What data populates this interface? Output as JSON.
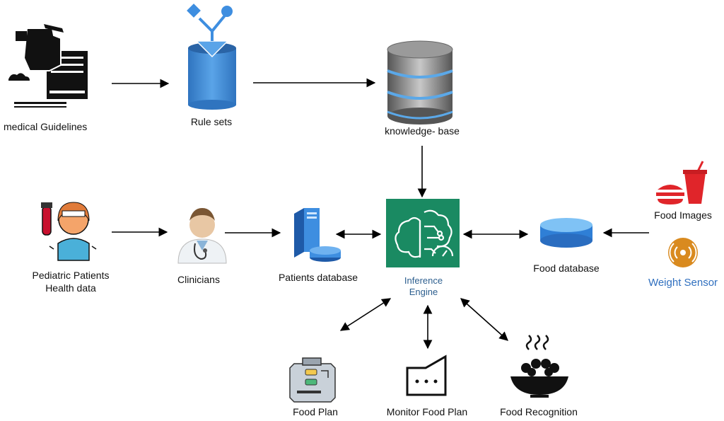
{
  "nodes": {
    "medical_guidelines": "medical Guidelines",
    "rule_sets": "Rule sets",
    "knowledge_base": "knowledge- base",
    "pediatric_line1": "Pediatric Patients",
    "pediatric_line2": "Health data",
    "clinicians": "Clinicians",
    "patients_database": "Patients database",
    "inference_line1": "Inference",
    "inference_line2": "Engine",
    "food_database": "Food database",
    "food_images": "Food Images",
    "weight_sensor": "Weight Sensor",
    "food_plan": "Food Plan",
    "monitor_food_plan": "Monitor Food Plan",
    "food_recognition": "Food Recognition"
  },
  "colors": {
    "inference_green": "#1a8a62",
    "db_blue": "#3e8ee0",
    "sensor_orange": "#d98a1f",
    "food_red": "#e0252a",
    "weight_sensor_text": "#2f6fbf"
  },
  "icons": [
    "document-hand-icon",
    "filter-cylinder-icon",
    "server-database-icon",
    "patient-icon",
    "doctor-icon",
    "server-icon",
    "brain-chip-icon",
    "blue-disk-icon",
    "fast-food-icon",
    "sensor-icon",
    "plan-icon",
    "monitor-icon",
    "food-bowl-icon"
  ]
}
